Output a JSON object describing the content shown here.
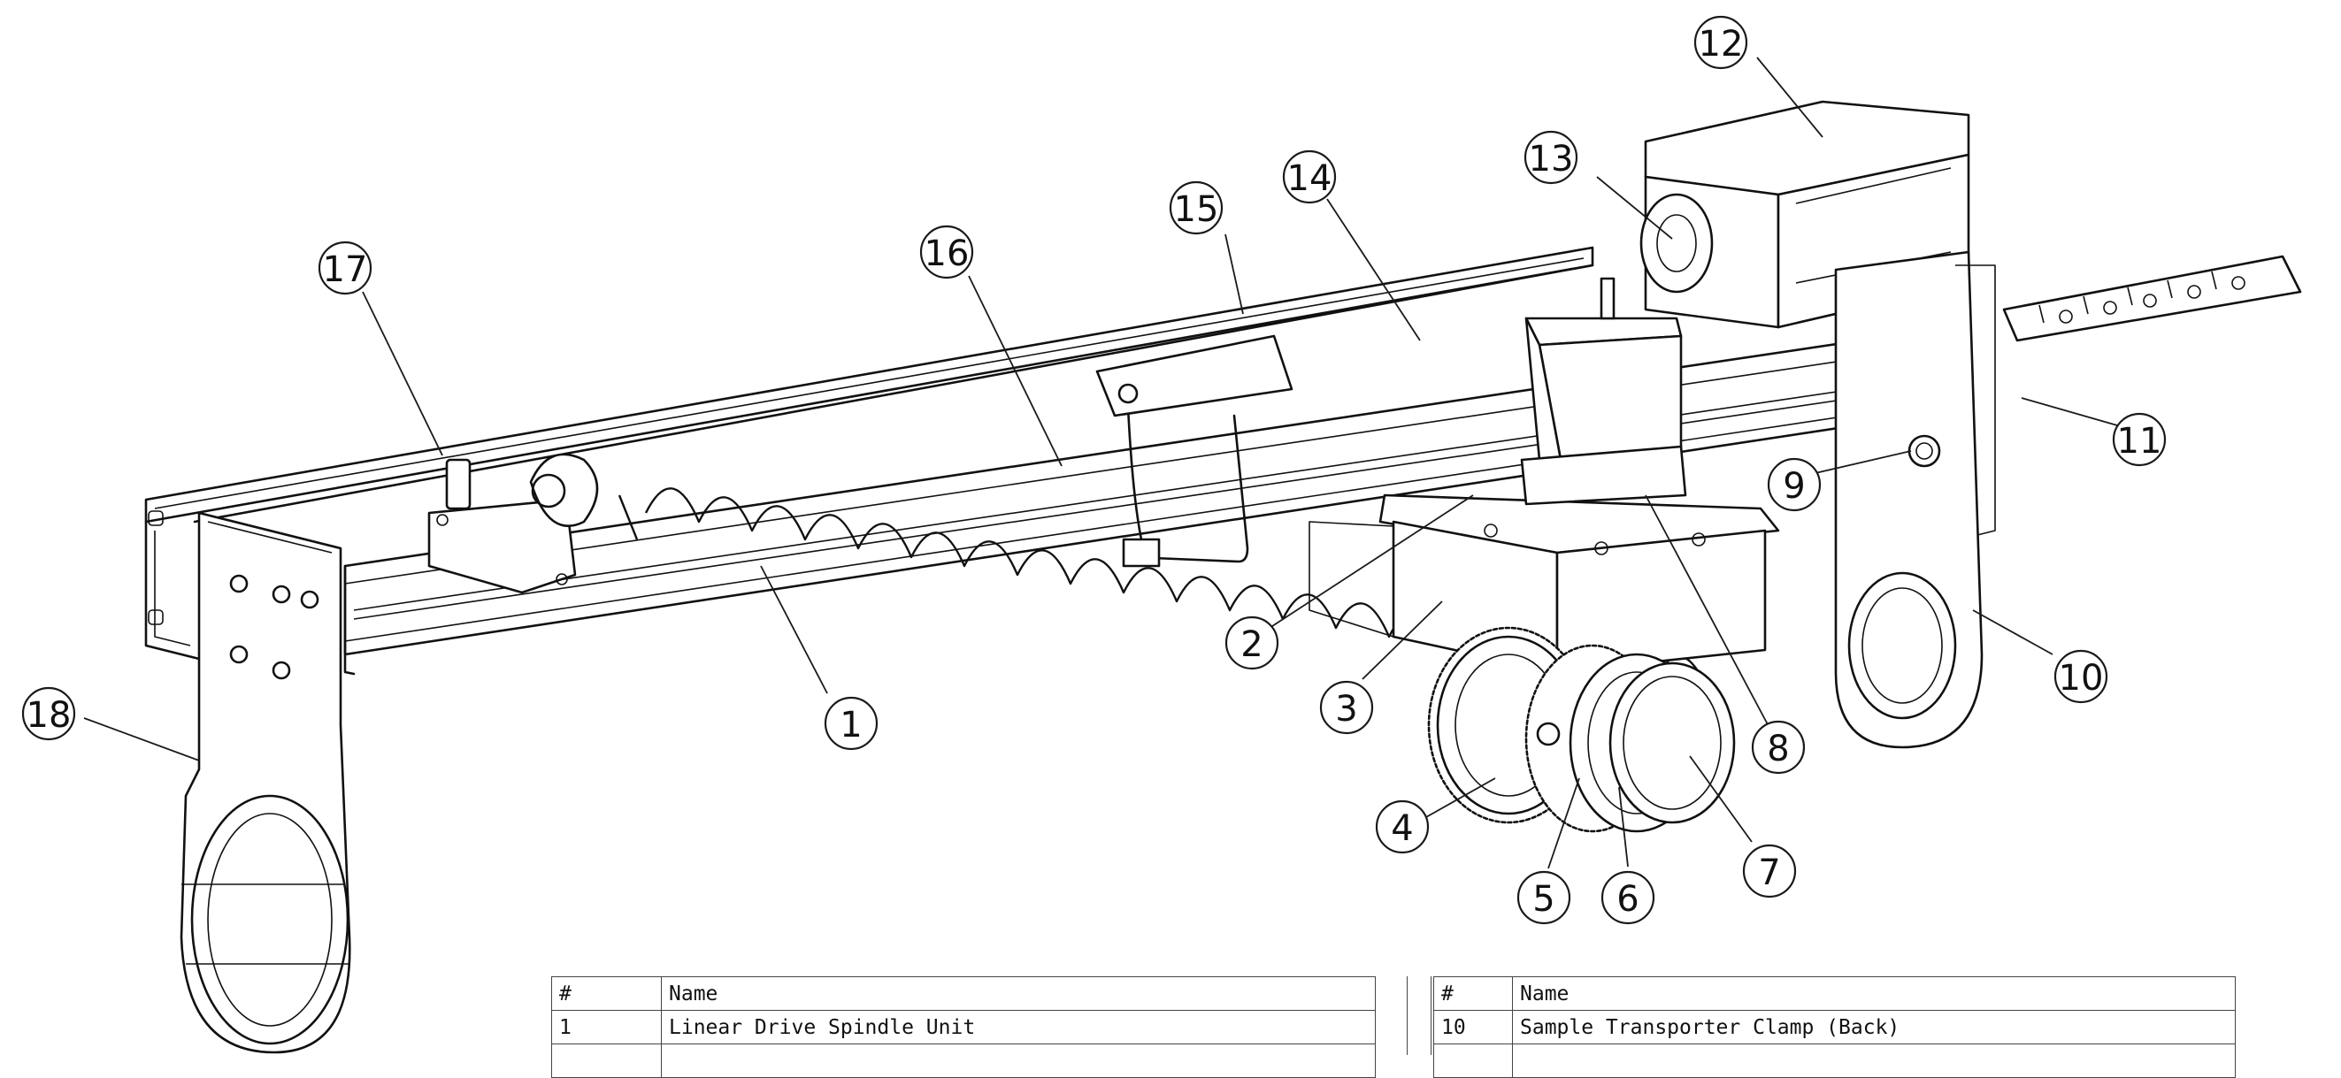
{
  "callouts": [
    {
      "id": "1",
      "label": "1"
    },
    {
      "id": "2",
      "label": "2"
    },
    {
      "id": "3",
      "label": "3"
    },
    {
      "id": "4",
      "label": "4"
    },
    {
      "id": "5",
      "label": "5"
    },
    {
      "id": "6",
      "label": "6"
    },
    {
      "id": "7",
      "label": "7"
    },
    {
      "id": "8",
      "label": "8"
    },
    {
      "id": "9",
      "label": "9"
    },
    {
      "id": "10",
      "label": "10"
    },
    {
      "id": "11",
      "label": "11"
    },
    {
      "id": "12",
      "label": "12"
    },
    {
      "id": "13",
      "label": "13"
    },
    {
      "id": "14",
      "label": "14"
    },
    {
      "id": "15",
      "label": "15"
    },
    {
      "id": "16",
      "label": "16"
    },
    {
      "id": "17",
      "label": "17"
    },
    {
      "id": "18",
      "label": "18"
    }
  ],
  "bom_left": {
    "header": {
      "num": "#",
      "name": "Name"
    },
    "rows": [
      {
        "num": "1",
        "name": "Linear Drive Spindle Unit"
      }
    ]
  },
  "bom_right": {
    "header": {
      "num": "#",
      "name": "Name"
    },
    "rows": [
      {
        "num": "10",
        "name": "Sample Transporter Clamp (Back)"
      }
    ]
  }
}
